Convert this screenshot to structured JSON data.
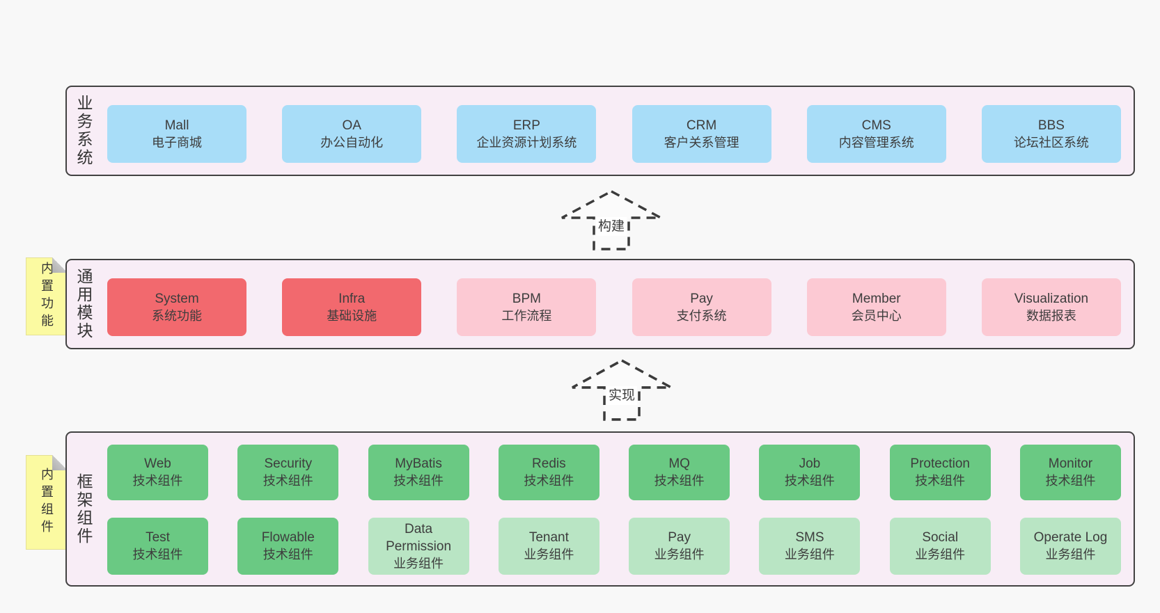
{
  "colors": {
    "page_background": "#f8f8f8",
    "band_fill": "#f8edf6",
    "band_border": "#424242",
    "blue_box": "#a8ddf8",
    "red_box": "#f2696e",
    "pink_box": "#fcc9d3",
    "green_box": "#6ac983",
    "light_green_box": "#b9e5c4",
    "note_yellow": "#fbfaa1",
    "note_fold_gray": "#c6c6c6",
    "text": "#3d3d3d"
  },
  "layers": {
    "business": {
      "side_label": "业务系统",
      "boxes": [
        {
          "title": "Mall",
          "subtitle": "电子商城"
        },
        {
          "title": "OA",
          "subtitle": "办公自动化"
        },
        {
          "title": "ERP",
          "subtitle": "企业资源计划系统"
        },
        {
          "title": "CRM",
          "subtitle": "客户关系管理"
        },
        {
          "title": "CMS",
          "subtitle": "内容管理系统"
        },
        {
          "title": "BBS",
          "subtitle": "论坛社区系统"
        }
      ]
    },
    "modules": {
      "side_label": "通用模块",
      "note": "内置功能",
      "boxes": [
        {
          "title": "System",
          "subtitle": "系统功能",
          "variant": "red"
        },
        {
          "title": "Infra",
          "subtitle": "基础设施",
          "variant": "red"
        },
        {
          "title": "BPM",
          "subtitle": "工作流程",
          "variant": "pink"
        },
        {
          "title": "Pay",
          "subtitle": "支付系统",
          "variant": "pink"
        },
        {
          "title": "Member",
          "subtitle": "会员中心",
          "variant": "pink"
        },
        {
          "title": "Visualization",
          "subtitle": "数据报表",
          "variant": "pink"
        }
      ]
    },
    "components": {
      "side_label": "框架组件",
      "note": "内置组件",
      "row1": [
        {
          "title": "Web",
          "subtitle": "技术组件",
          "variant": "green"
        },
        {
          "title": "Security",
          "subtitle": "技术组件",
          "variant": "green"
        },
        {
          "title": "MyBatis",
          "subtitle": "技术组件",
          "variant": "green"
        },
        {
          "title": "Redis",
          "subtitle": "技术组件",
          "variant": "green"
        },
        {
          "title": "MQ",
          "subtitle": "技术组件",
          "variant": "green"
        },
        {
          "title": "Job",
          "subtitle": "技术组件",
          "variant": "green"
        },
        {
          "title": "Protection",
          "subtitle": "技术组件",
          "variant": "green"
        },
        {
          "title": "Monitor",
          "subtitle": "技术组件",
          "variant": "green"
        }
      ],
      "row2": [
        {
          "title": "Test",
          "subtitle": "技术组件",
          "variant": "green"
        },
        {
          "title": "Flowable",
          "subtitle": "技术组件",
          "variant": "green"
        },
        {
          "title": "Data Permission",
          "subtitle": "业务组件",
          "variant": "light"
        },
        {
          "title": "Tenant",
          "subtitle": "业务组件",
          "variant": "light"
        },
        {
          "title": "Pay",
          "subtitle": "业务组件",
          "variant": "light"
        },
        {
          "title": "SMS",
          "subtitle": "业务组件",
          "variant": "light"
        },
        {
          "title": "Social",
          "subtitle": "业务组件",
          "variant": "light"
        },
        {
          "title": "Operate Log",
          "subtitle": "业务组件",
          "variant": "light"
        }
      ]
    }
  },
  "arrows": {
    "build": "构建",
    "implement": "实现"
  }
}
